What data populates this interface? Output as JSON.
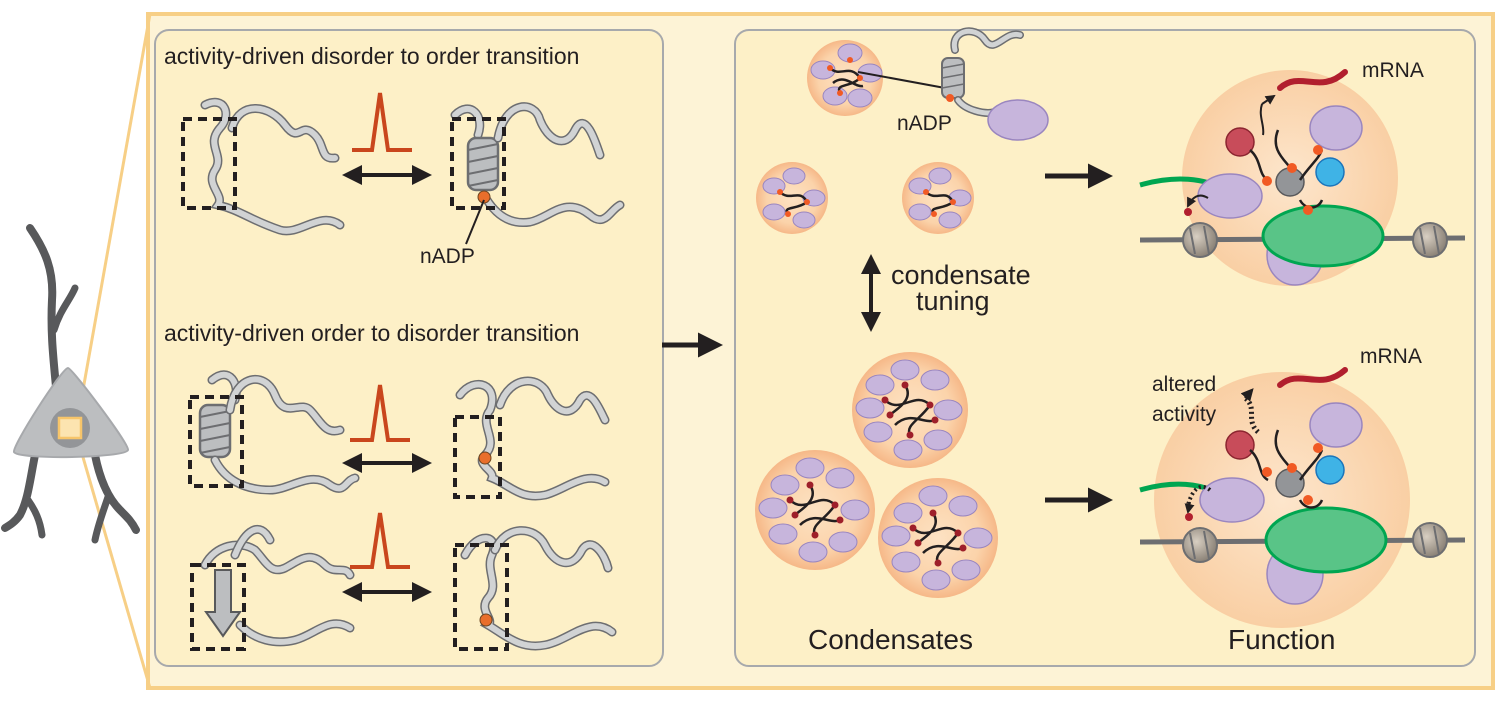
{
  "left_panel": {
    "title_top": "activity-driven disorder to order transition",
    "title_bottom": "activity-driven order to disorder transition",
    "nadp_label": "nADP"
  },
  "right_panel": {
    "nadp_label": "nADP",
    "tuning_label_line1": "condensate",
    "tuning_label_line2": "tuning",
    "mrna_top": "mRNA",
    "mrna_bottom": "mRNA",
    "altered_line1": "altered",
    "altered_line2": "activity",
    "caption_left": "Condensates",
    "caption_right": "Function"
  },
  "colors": {
    "panel_fill": "#fdf0c7",
    "outer_fill": "#fdf3d6",
    "outer_border": "#f7cf86",
    "spike": "#c9461d",
    "mrna": "#b11f2e",
    "purple_protein": "#c7b5dc",
    "green_protein": "#59c487",
    "blue_protein": "#3fb3e6",
    "condensate_halo": "#f8c79b"
  }
}
